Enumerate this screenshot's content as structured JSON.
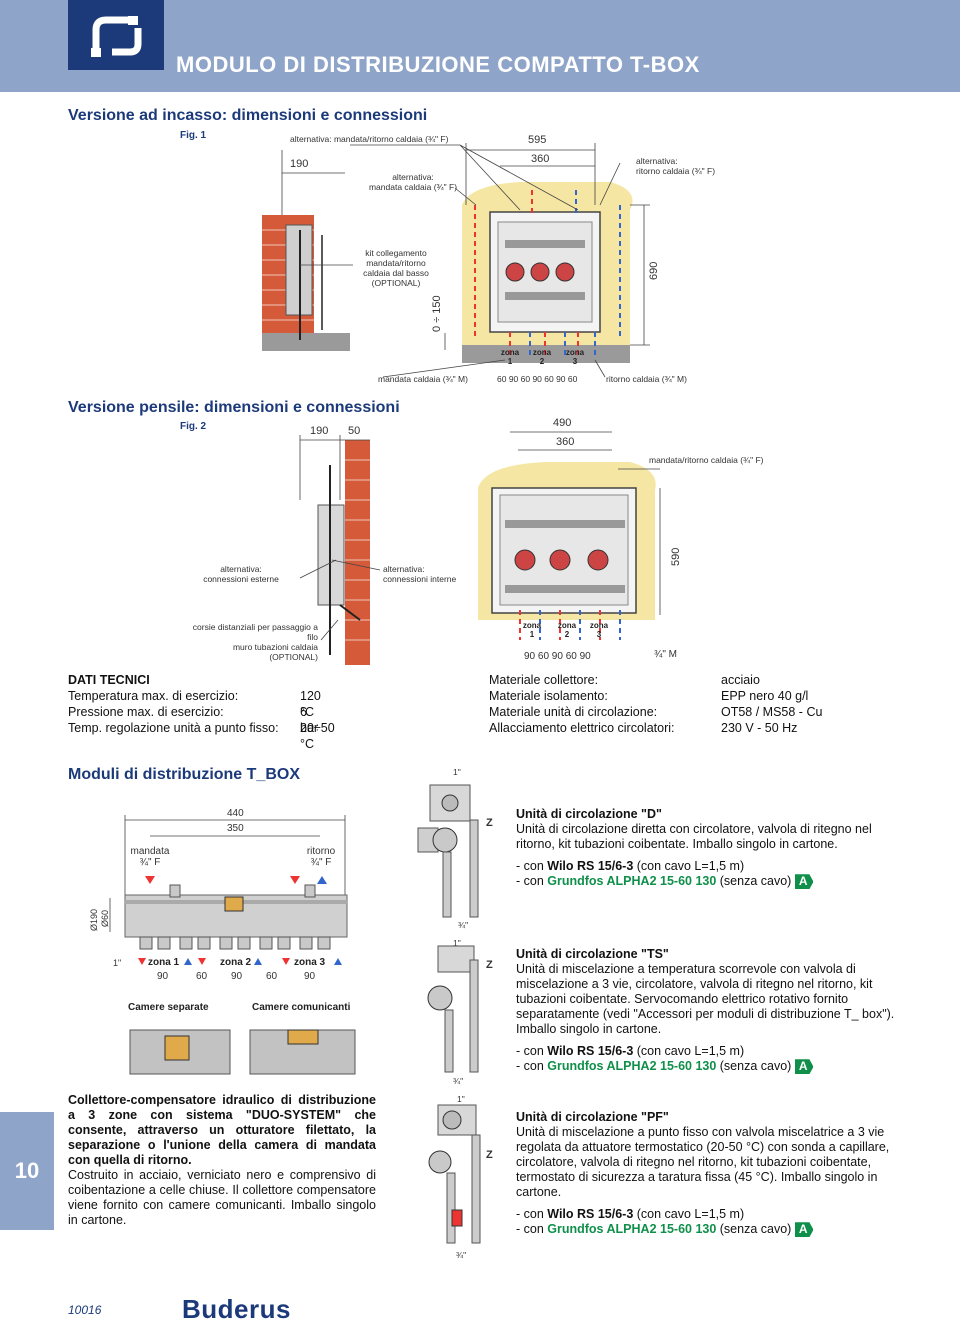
{
  "header": {
    "title": "MODULO DI DISTRIBUZIONE COMPATTO T-BOX"
  },
  "section1": {
    "title": "Versione ad incasso: dimensioni e connessioni",
    "fig": "Fig. 1",
    "labels": {
      "alt_top": "alternativa: mandata/ritorno caldaia (¾\" F)",
      "d595": "595",
      "d360": "360",
      "d190": "190",
      "alt_mandata_1": "alternativa:",
      "alt_mandata_2": "mandata caldaia (¾\" F)",
      "alt_ritorno_1": "alternativa:",
      "alt_ritorno_2": "ritorno caldaia (¾\" F)",
      "kit_1": "kit collegamento",
      "kit_2": "mandata/ritorno",
      "kit_3": "caldaia dal basso",
      "kit_4": "(OPTIONAL)",
      "d690": "690",
      "d0_150": "0 ÷ 150",
      "zona": "zona",
      "z1": "1",
      "z2": "2",
      "z3": "3",
      "mandata_bottom": "mandata caldaia (¾\" M)",
      "spacing": "60 90 60 90 60 90 60",
      "ritorno_bottom": "ritorno caldaia (¾\" M)"
    }
  },
  "section2": {
    "title": "Versione pensile: dimensioni e connessioni",
    "fig": "Fig. 2",
    "labels": {
      "d190": "190",
      "d50": "50",
      "d490": "490",
      "d360": "360",
      "mandata_ritorno": "mandata/ritorno caldaia (¾\" F)",
      "alt_est_1": "alternativa:",
      "alt_est_2": "connessioni esterne",
      "alt_int_1": "alternativa:",
      "alt_int_2": "connessioni interne",
      "d590": "590",
      "corsie_1": "corsie distanziali per passaggio a filo",
      "corsie_2": "muro tubazioni caldaia",
      "corsie_3": "(OPTIONAL)",
      "spacing": "90  60  90  60  90",
      "m34": "¾\" M"
    }
  },
  "dati": {
    "heading": "DATI TECNICI",
    "rows_left": [
      {
        "k": "Temperatura max. di esercizio:",
        "v": "120 °C"
      },
      {
        "k": "Pressione max. di esercizio:",
        "v": "6 bar"
      },
      {
        "k": "Temp. regolazione unità a punto fisso:",
        "v": "20÷50 °C"
      }
    ],
    "rows_right": [
      {
        "k": "Materiale collettore:",
        "v": "acciaio"
      },
      {
        "k": "Materiale isolamento:",
        "v": "EPP nero 40 g/l"
      },
      {
        "k": "Materiale unità di circolazione:",
        "v": "OT58 / MS58 - Cu"
      },
      {
        "k": "Allacciamento elettrico circolatori:",
        "v": "230 V - 50 Hz"
      }
    ]
  },
  "section3": {
    "title": "Moduli di distribuzione T_BOX",
    "labels": {
      "d440": "440",
      "d350": "350",
      "mandata": "mandata",
      "mandata34": "¾\" F",
      "ritorno": "ritorno",
      "ritorno34": "¾\" F",
      "d190": "Ø190",
      "d60": "Ø60",
      "one_inch": "1\"",
      "zona1": "zona 1",
      "zona2": "zona 2",
      "zona3": "zona 3",
      "s90a": "90",
      "s60a": "60",
      "s90b": "90",
      "s60b": "60",
      "s90c": "90",
      "camere_separate": "Camere separate",
      "camere_comunicanti": "Camere comunicanti",
      "top1": "1\"",
      "bot34": "¾\"",
      "z": "Z"
    },
    "collettore": {
      "bold": "Collettore-compensatore idraulico di distribuzione a 3 zone con sistema \"DUO-SYSTEM\" che consente, attraverso un otturatore filettato, la separazione o l'unione della camera di mandata con quella di ritorno.",
      "text": "Costruito in acciaio, verniciato nero e comprensivo di coibentazione a celle chiuse. Il collettore compensatore viene fornito con camere comunicanti. Imballo singolo in cartone."
    },
    "units": [
      {
        "title": "Unità di circolazione \"D\"",
        "text": "Unità di circolazione diretta con circolatore, valvola di ritegno nel ritorno, kit tubazioni coibentate. Imballo singolo in cartone.",
        "line1_pre": "- con ",
        "line1_brand": "Wilo RS 15/6-3",
        "line1_post": " (con cavo L=1,5 m)",
        "line2_pre": "- con ",
        "line2_brand": "Grundfos ALPHA2 15-60 130",
        "line2_post": " (senza cavo)",
        "badge": "A"
      },
      {
        "title": "Unità di circolazione \"TS\"",
        "text": "Unità di miscelazione a temperatura scorrevole con valvola di miscelazione a 3 vie, circolatore, valvola di ritegno nel ritorno, kit tubazioni coibentate. Servocomando elettrico rotativo fornito separatamente (vedi \"Accessori per moduli di distribuzione T_ box\"). Imballo singolo in cartone.",
        "line1_pre": "- con ",
        "line1_brand": "Wilo RS 15/6-3",
        "line1_post": " (con cavo L=1,5 m)",
        "line2_pre": "- con ",
        "line2_brand": "Grundfos ALPHA2 15-60 130",
        "line2_post": " (senza cavo)",
        "badge": "A"
      },
      {
        "title": "Unità di circolazione \"PF\"",
        "text": "Unità di miscelazione a punto fisso con valvola miscelatrice a 3 vie regolata da attuatore termostatico (20-50 °C) con sonda a capillare, circolatore, valvola di ritegno nel ritorno, kit tubazioni coibentate, termostato di sicurezza a taratura fissa (45 °C). Imballo singolo in cartone.",
        "line1_pre": "- con ",
        "line1_brand": "Wilo RS 15/6-3",
        "line1_post": " (con cavo L=1,5 m)",
        "line2_pre": "- con ",
        "line2_brand": "Grundfos ALPHA2 15-60 130",
        "line2_post": " (senza cavo)",
        "badge": "A"
      }
    ]
  },
  "footer": {
    "page": "10",
    "code": "10016",
    "brand": "Buderus"
  }
}
